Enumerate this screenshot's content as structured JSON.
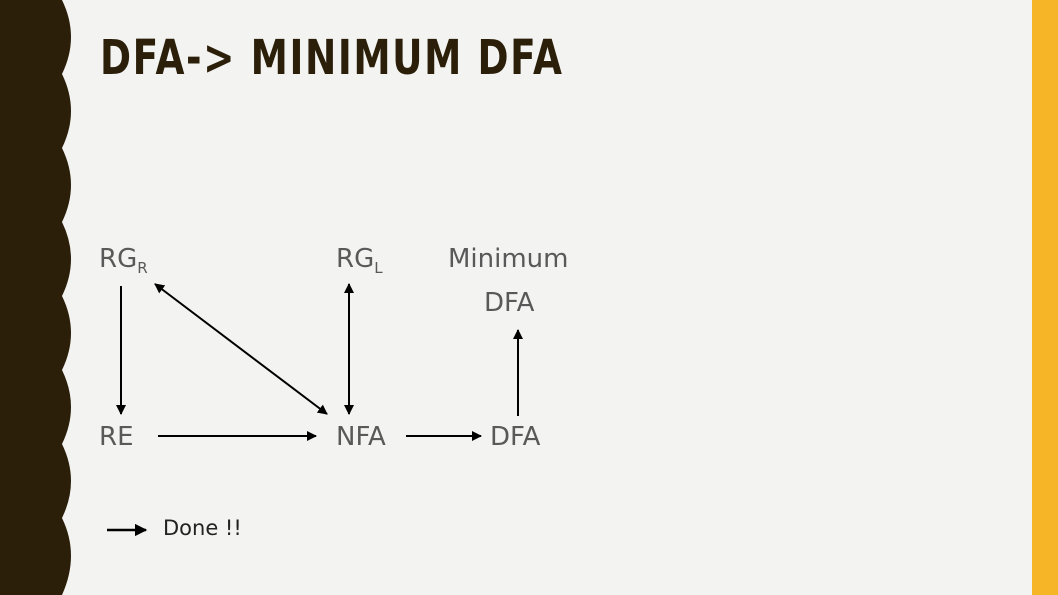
{
  "slide": {
    "title": "DFA-> MINIMUM DFA",
    "colors": {
      "background": "#f3f3f1",
      "left_band": "#2b1f0a",
      "right_band": "#f6b427",
      "title": "#2b1f0a",
      "node_text": "#595959"
    }
  },
  "nodes": {
    "rgr": {
      "main": "RG",
      "sub": "R"
    },
    "rgl": {
      "main": "RG",
      "sub": "L"
    },
    "minimum": "Minimum",
    "min_dfa": "DFA",
    "re": "RE",
    "nfa": "NFA",
    "dfa": "DFA"
  },
  "legend": {
    "label": "Done  !!"
  }
}
